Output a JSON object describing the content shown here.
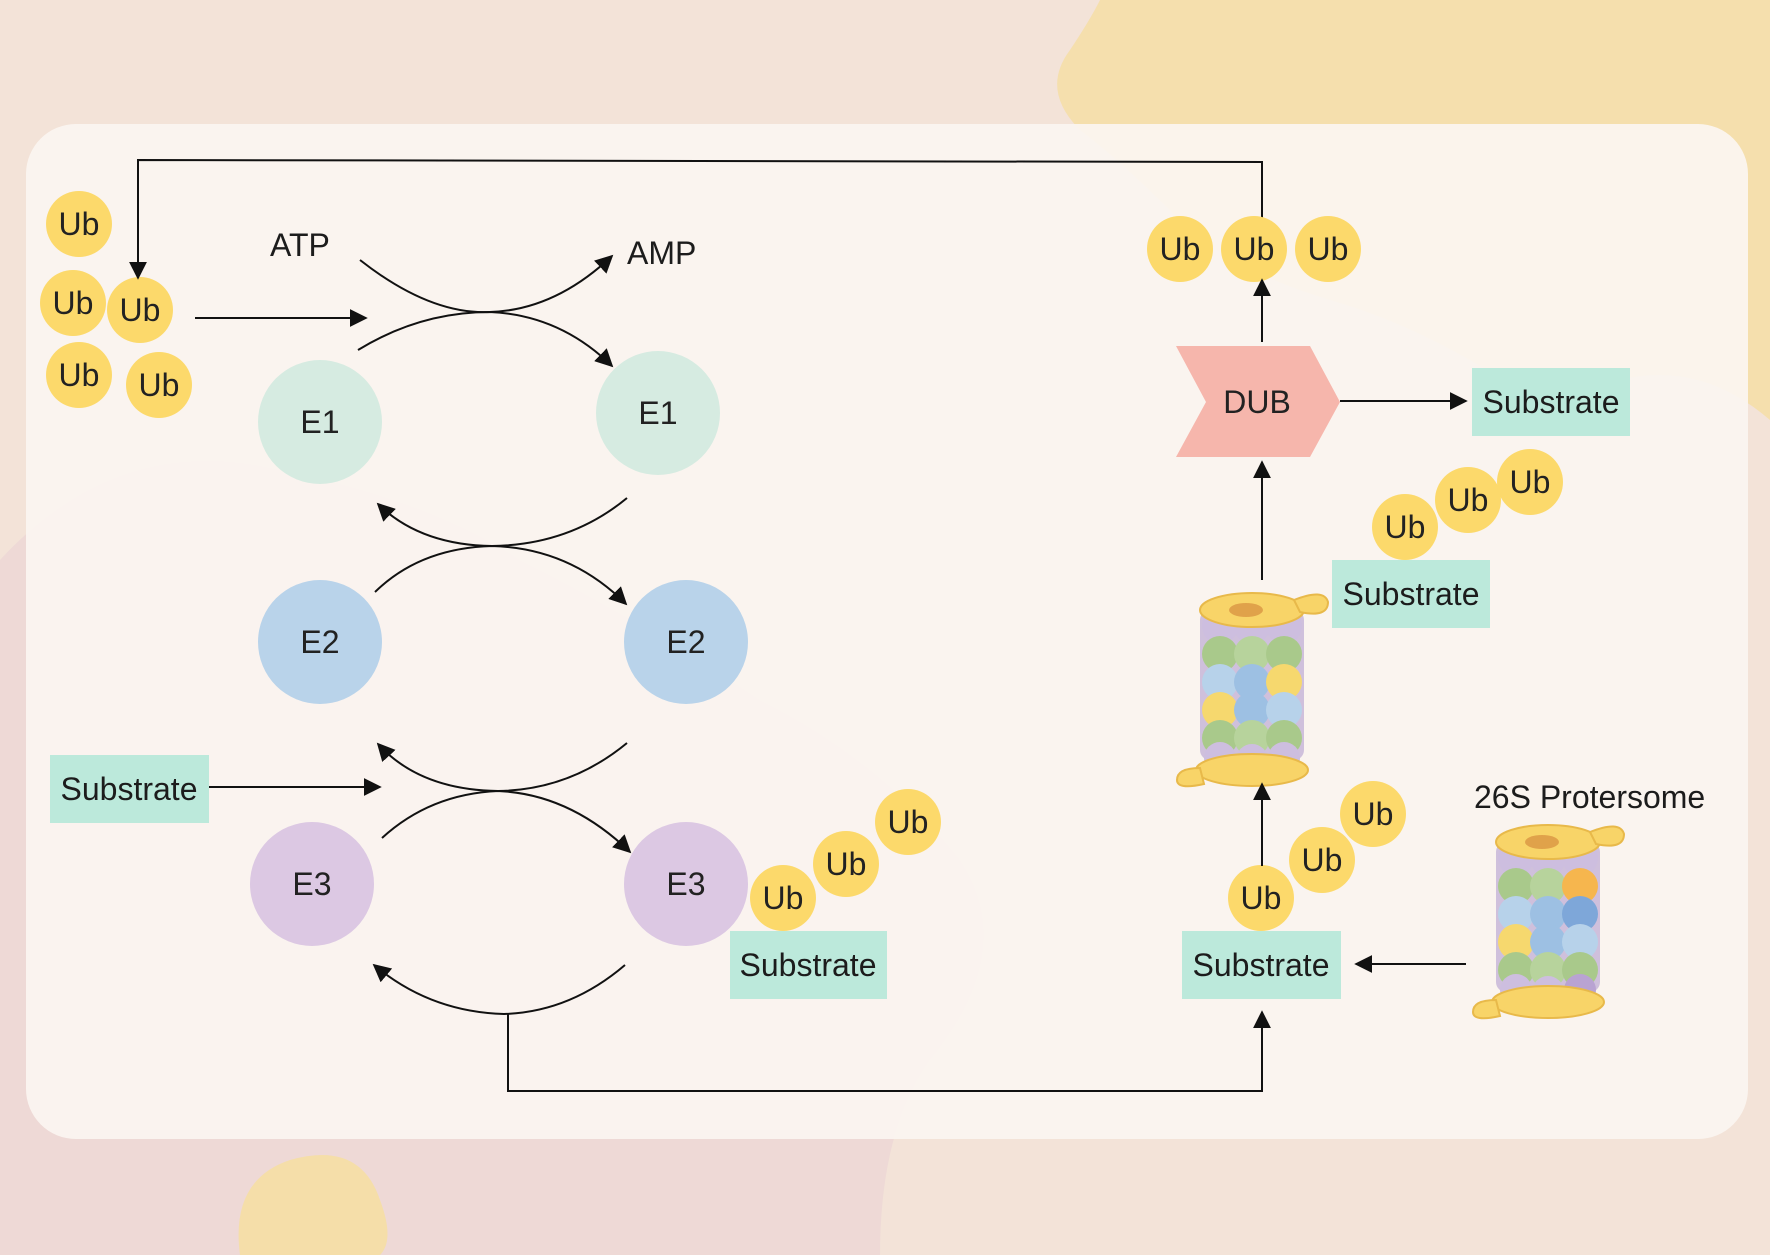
{
  "colors": {
    "ub": "#fcd96b",
    "e1": "#d6ebe1",
    "e2": "#b9d3ea",
    "e3": "#dcc8e3",
    "substrate": "#bce9db",
    "dub": "#f6b6ac",
    "panel": "#fbf5f1",
    "background": "#f3e3d8"
  },
  "labels": {
    "ub": "Ub",
    "atp": "ATP",
    "amp": "AMP",
    "e1": "E1",
    "e2": "E2",
    "e3": "E3",
    "substrate": "Substrate",
    "dub": "DUB",
    "proteasome": "26S Protersome"
  },
  "icons": [
    "ubiquitin-circle",
    "proteasome-barrel",
    "dub-chevron"
  ]
}
